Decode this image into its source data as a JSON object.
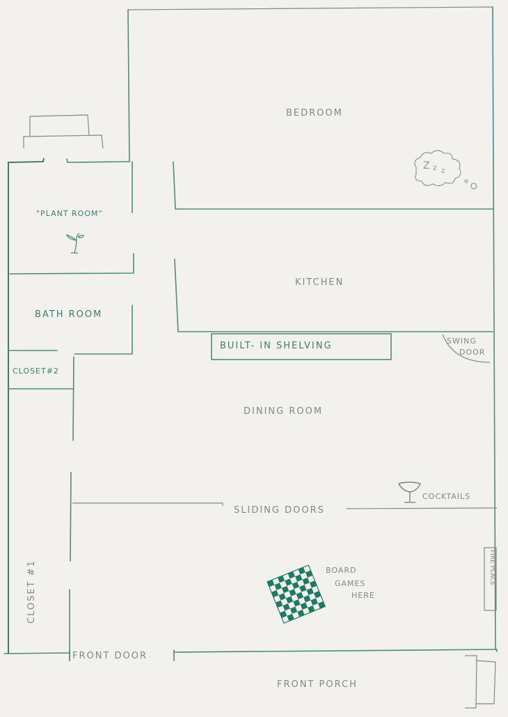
{
  "floor_plan": {
    "rooms": {
      "bedroom": "BEDROOM",
      "plant_room": "\"PLANT ROOM\"",
      "kitchen": "KITCHEN",
      "bathroom": "BATH ROOM",
      "closet_2": "CLOSET#2",
      "dining_room": "DINING ROOM",
      "closet_1": "CLOSET #1",
      "front_porch": "FRONT PORCH"
    },
    "features": {
      "built_in_shelving": "BUILT- IN SHELVING",
      "swing_door_line1": "SWING",
      "swing_door_line2": "DOOR",
      "sliding_doors": "SLIDING DOORS",
      "cocktails": "COCKTAILS",
      "board_games_line1": "BOARD",
      "board_games_line2": "GAMES",
      "board_games_line3": "HERE",
      "fireplace": "FIRE PLACE",
      "front_door": "FRONT DOOR"
    },
    "doodles": {
      "sleep_bubble_text": "Zzz",
      "icons": [
        "thought-bubble-icon",
        "plant-sprout-icon",
        "cocktail-glass-icon",
        "checkerboard-icon"
      ]
    },
    "colors": {
      "paper": "#f3f1ee",
      "ink_green": "#4f8a7e",
      "ink_dark_green": "#2f6b5c",
      "pencil_gray": "#7d8a86",
      "checker_green": "#1f7a62"
    }
  }
}
